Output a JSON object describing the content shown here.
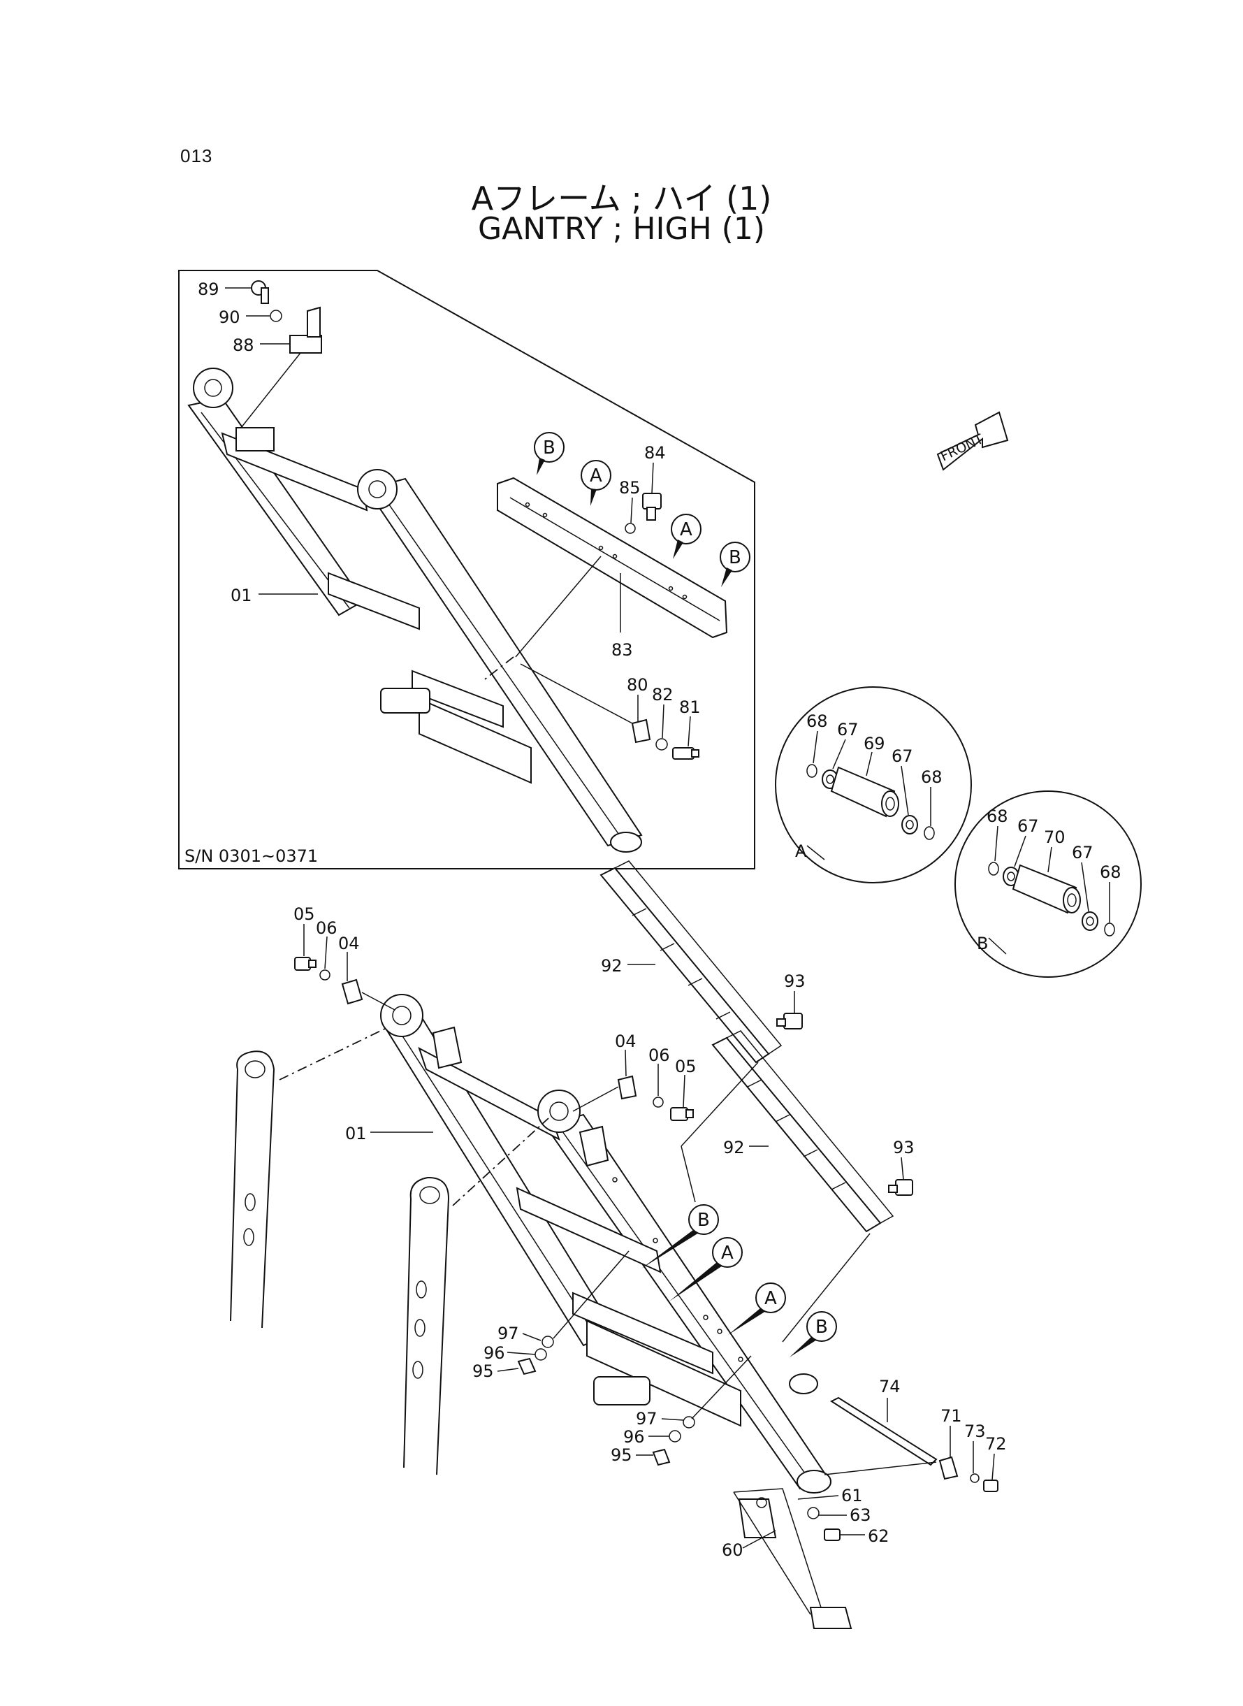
{
  "header": {
    "page_number": "013",
    "title_jp": "Aフレーム ; ハイ (1)",
    "title_en": "GANTRY ; HIGH (1)"
  },
  "inset": {
    "serial_range": "S/N 0301~0371",
    "labels": {
      "p89": "89",
      "p90": "90",
      "p88": "88",
      "p01": "01",
      "p84": "84",
      "p85": "85",
      "p83": "83",
      "p80": "80",
      "p82": "82",
      "p81": "81"
    },
    "callouts": [
      "B",
      "A",
      "A",
      "B"
    ]
  },
  "front_arrow": {
    "label": "FRONT"
  },
  "detail_a": {
    "name": "A",
    "labels": {
      "l68a": "68",
      "l67a": "67",
      "l69": "69",
      "l67b": "67",
      "l68b": "68"
    }
  },
  "detail_b": {
    "name": "B",
    "labels": {
      "l68a": "68",
      "l67a": "67",
      "l70": "70",
      "l67b": "67",
      "l68b": "68"
    }
  },
  "main": {
    "labels": {
      "p05a": "05",
      "p06a": "06",
      "p04a": "04",
      "p92a": "92",
      "p93a": "93",
      "p04b": "04",
      "p06b": "06",
      "p05b": "05",
      "p01": "01",
      "p92b": "92",
      "p93b": "93",
      "p97a": "97",
      "p96a": "96",
      "p95a": "95",
      "p97b": "97",
      "p96b": "96",
      "p95b": "95",
      "p74": "74",
      "p71": "71",
      "p73": "73",
      "p72": "72",
      "p61": "61",
      "p63": "63",
      "p62": "62",
      "p60": "60"
    },
    "callouts": [
      "B",
      "A",
      "A",
      "B"
    ]
  }
}
